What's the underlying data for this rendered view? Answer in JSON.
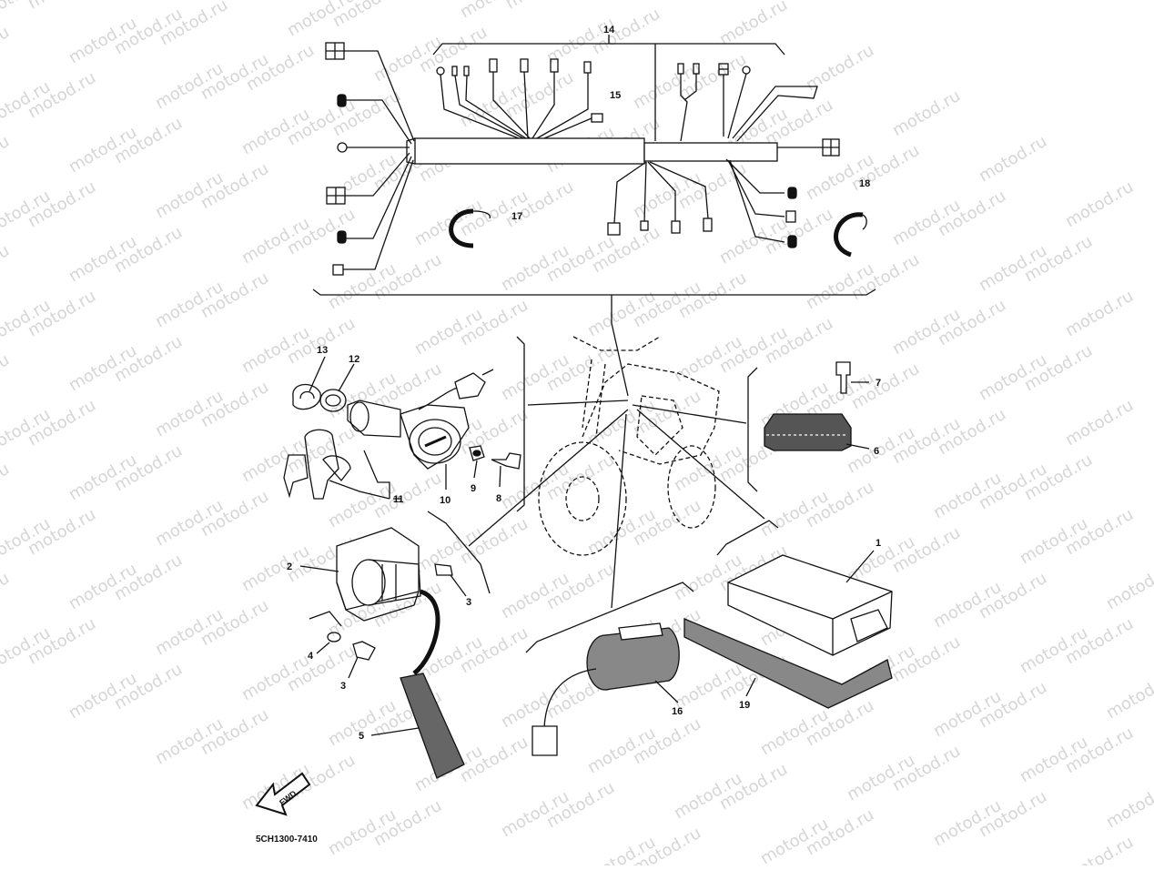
{
  "diagram": {
    "watermark_text": "motod.ru",
    "drawing_code": "5CH1300-7410",
    "fwd_label": "FWD",
    "colors": {
      "line": "#111111",
      "watermark": "#d6d6d6",
      "background": "#ffffff"
    },
    "callouts": {
      "c1": "1",
      "c2": "2",
      "c3a": "3",
      "c3b": "3",
      "c4": "4",
      "c5": "5",
      "c6": "6",
      "c7": "7",
      "c8": "8",
      "c9": "9",
      "c10": "10",
      "c11": "11",
      "c12": "12",
      "c13": "13",
      "c14": "14",
      "c15": "15",
      "c16": "16",
      "c17": "17",
      "c18": "18",
      "c19": "19"
    }
  }
}
